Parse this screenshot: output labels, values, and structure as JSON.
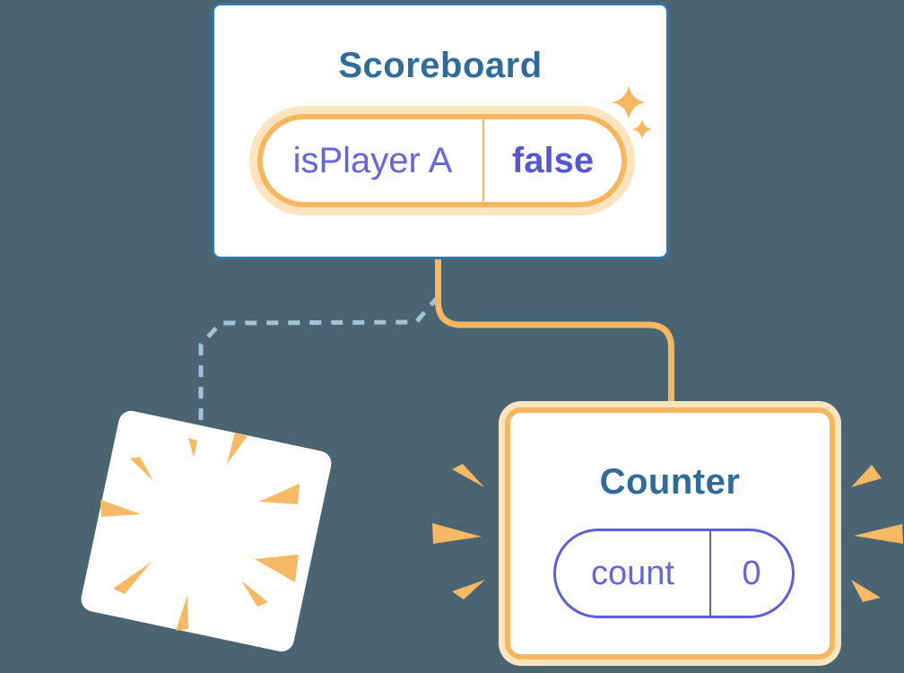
{
  "nodes": {
    "scoreboard": {
      "title": "Scoreboard",
      "state": {
        "key": "isPlayer A",
        "value": "false"
      }
    },
    "counter": {
      "title": "Counter",
      "state": {
        "key": "count",
        "value": "0"
      }
    }
  },
  "icons": {
    "sparkles": "sparkle-icon",
    "poof": "poof-burst-icon",
    "emphasis_left": "burst-left-icon",
    "emphasis_right": "burst-right-icon"
  },
  "colors": {
    "background": "#4A6471",
    "card_border_blue": "#3277A8",
    "title_blue": "#2F6C9C",
    "state_purple": "#6565DD",
    "pill_purple_border": "#5E5EDB",
    "accent_orange": "#F6B75F",
    "accent_orange_glow": "#FCE4BE",
    "burst_orange": "#F7B963",
    "dashed_edge_blue": "#A4C2D8",
    "card_white": "#FFFFFF"
  }
}
